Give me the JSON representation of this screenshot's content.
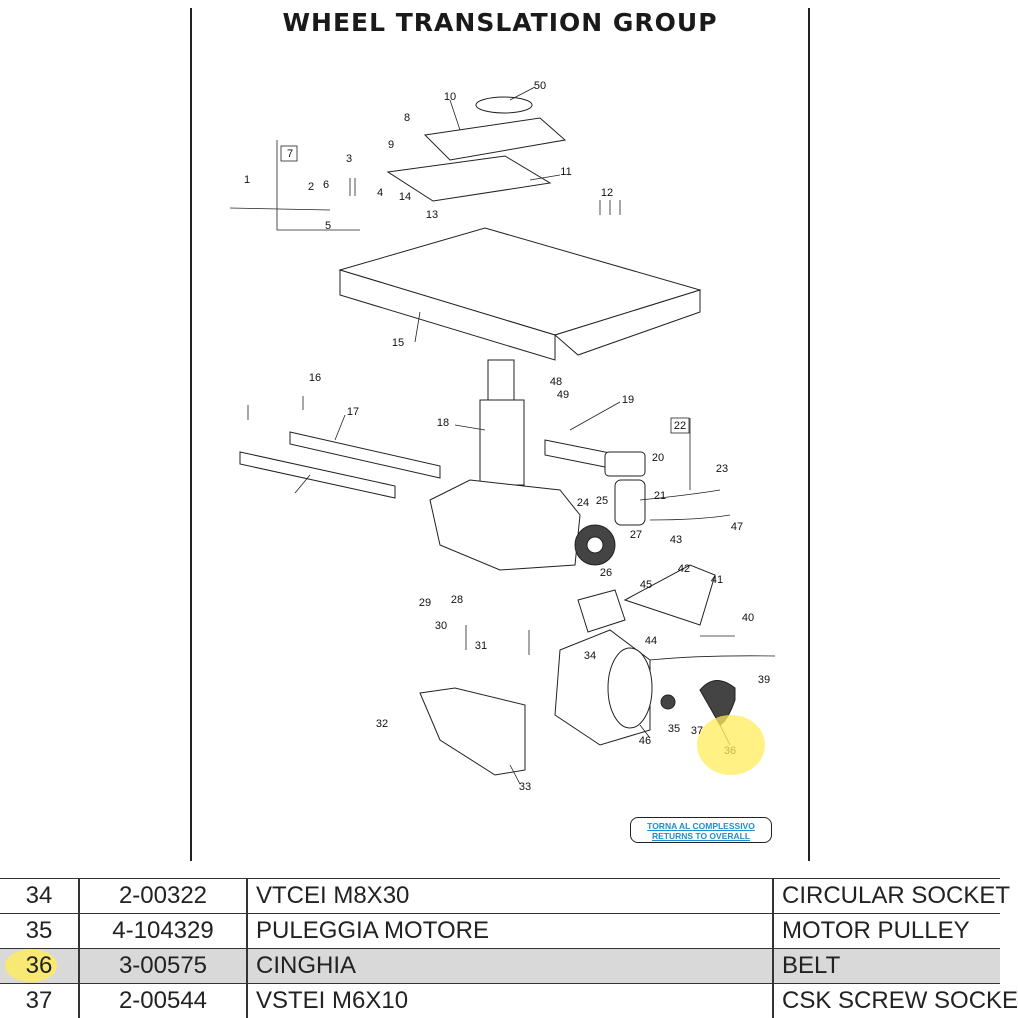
{
  "title": "WHEEL TRANSLATION GROUP",
  "return_button": {
    "line1": "TORNA AL COMPLESSIVO",
    "line2": "RETURNS TO OVERALL"
  },
  "callouts": [
    {
      "n": "50"
    },
    {
      "n": "10"
    },
    {
      "n": "8"
    },
    {
      "n": "9"
    },
    {
      "n": "11"
    },
    {
      "n": "7"
    },
    {
      "n": "1"
    },
    {
      "n": "2"
    },
    {
      "n": "3"
    },
    {
      "n": "4"
    },
    {
      "n": "5"
    },
    {
      "n": "6"
    },
    {
      "n": "12"
    },
    {
      "n": "13"
    },
    {
      "n": "14"
    },
    {
      "n": "15"
    },
    {
      "n": "16"
    },
    {
      "n": "17"
    },
    {
      "n": "18"
    },
    {
      "n": "19"
    },
    {
      "n": "20"
    },
    {
      "n": "21"
    },
    {
      "n": "22"
    },
    {
      "n": "23"
    },
    {
      "n": "24"
    },
    {
      "n": "25"
    },
    {
      "n": "26"
    },
    {
      "n": "27"
    },
    {
      "n": "28"
    },
    {
      "n": "29"
    },
    {
      "n": "30"
    },
    {
      "n": "31"
    },
    {
      "n": "32"
    },
    {
      "n": "33"
    },
    {
      "n": "34"
    },
    {
      "n": "35"
    },
    {
      "n": "36"
    },
    {
      "n": "37"
    },
    {
      "n": "39"
    },
    {
      "n": "40"
    },
    {
      "n": "41"
    },
    {
      "n": "42"
    },
    {
      "n": "43"
    },
    {
      "n": "44"
    },
    {
      "n": "45"
    },
    {
      "n": "46"
    },
    {
      "n": "47"
    },
    {
      "n": "48"
    },
    {
      "n": "49"
    }
  ],
  "highlighted_part": "36",
  "colors": {
    "highlight": "#ffe95a",
    "link": "#1e8ed0",
    "selected_row": "#d9d9d9"
  },
  "parts_table": {
    "rows": [
      {
        "pos": "34",
        "code": "2-00322",
        "desc_it": "VTCEI M8X30",
        "desc_en": "CIRCULAR SOCKET",
        "selected": false
      },
      {
        "pos": "35",
        "code": "4-104329",
        "desc_it": "PULEGGIA MOTORE",
        "desc_en": "MOTOR PULLEY",
        "selected": false
      },
      {
        "pos": "36",
        "code": "3-00575",
        "desc_it": "CINGHIA",
        "desc_en": "BELT",
        "selected": true
      },
      {
        "pos": "37",
        "code": "2-00544",
        "desc_it": "VSTEI M6X10",
        "desc_en": "CSK SCREW SOCKE",
        "selected": false
      }
    ]
  }
}
